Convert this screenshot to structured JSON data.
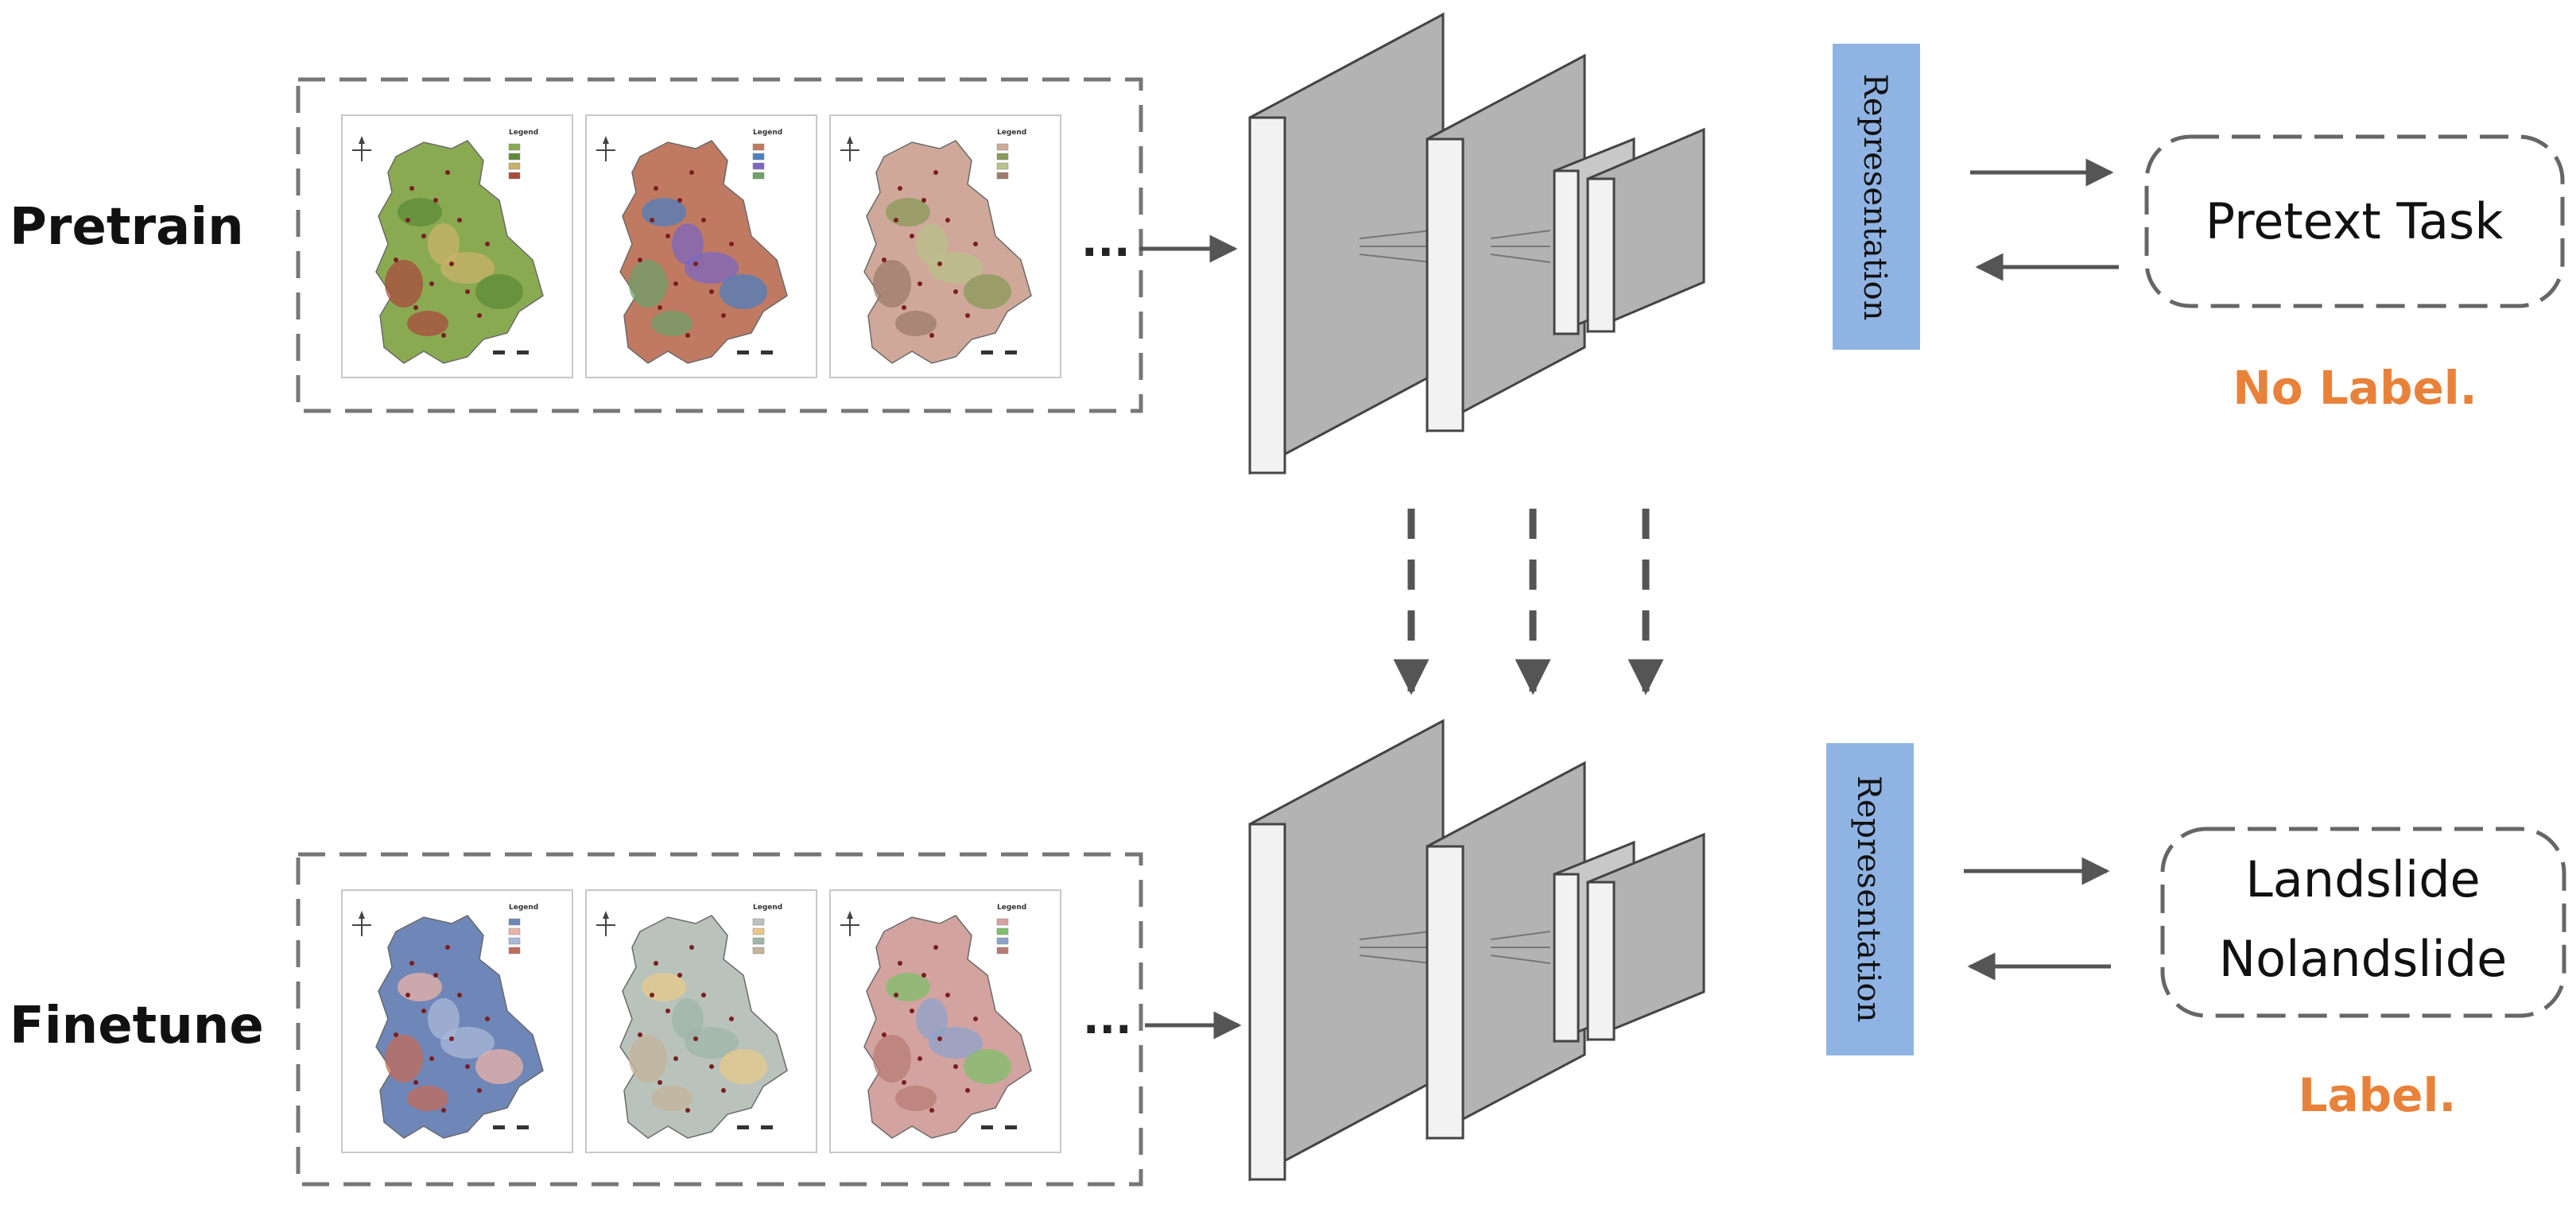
{
  "stages": {
    "pretrain": {
      "label": "Pretrain",
      "representation": "Representation",
      "task": "Pretext Task",
      "label_note": "No Label.",
      "maps": [
        {
          "legend_title": "Legend",
          "base": "#8aaa52",
          "accents": [
            "#5d8a3a",
            "#c9b16a",
            "#a84b3c"
          ]
        },
        {
          "legend_title": "Legend",
          "base": "#c07a62",
          "accents": [
            "#4e7fbf",
            "#7c67c2",
            "#6da06a"
          ]
        },
        {
          "legend_title": "Legend",
          "base": "#cfa89a",
          "accents": [
            "#8a9a58",
            "#b9c08a",
            "#9d7b6a"
          ]
        }
      ]
    },
    "finetune": {
      "label": "Finetune",
      "representation": "Representation",
      "task_lines": [
        "Landslide",
        "Nolandslide"
      ],
      "label_note": "Label.",
      "maps": [
        {
          "legend_title": "Legend",
          "base": "#6f86b8",
          "accents": [
            "#e8b3a8",
            "#a9b8d8",
            "#c26b5a"
          ]
        },
        {
          "legend_title": "Legend",
          "base": "#b9c3bc",
          "accents": [
            "#e8c98a",
            "#9fb6a8",
            "#c6b39a"
          ]
        },
        {
          "legend_title": "Legend",
          "base": "#d3a3a0",
          "accents": [
            "#7fbf6a",
            "#8da3cc",
            "#b77c74"
          ]
        }
      ]
    }
  },
  "ellipsis": "...",
  "colors": {
    "note": "#e8823a",
    "representation_box": "#8fb4e3",
    "layer_front": "#b3b3b3",
    "layer_side": "#f2f2f2",
    "arrow": "#555555",
    "dashed_border": "#777777"
  }
}
